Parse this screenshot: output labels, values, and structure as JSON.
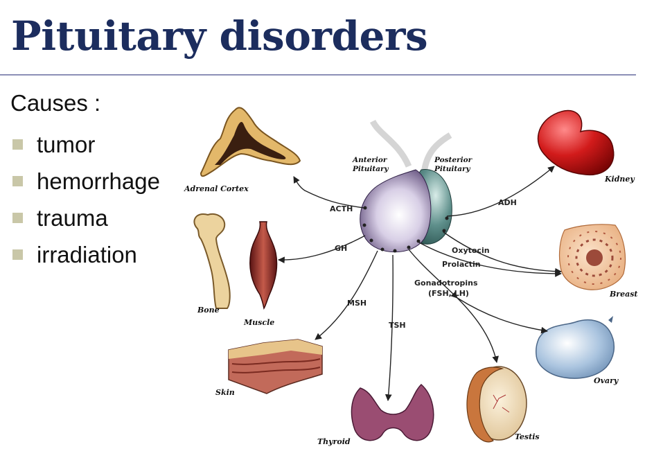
{
  "slide": {
    "title": "Pituitary disorders",
    "causes_heading": "Causes :",
    "causes": [
      "tumor",
      "hemorrhage",
      "trauma",
      "irradiation"
    ]
  },
  "diagram": {
    "gland_labels": {
      "anterior_1": "Anterior",
      "anterior_2": "Pituitary",
      "posterior_1": "Posterior",
      "posterior_2": "Pituitary"
    },
    "hormones": {
      "acth": "ACTH",
      "gh": "GH",
      "msh": "MSH",
      "tsh": "TSH",
      "adh": "ADH",
      "oxytocin": "Oxytocin",
      "prolactin": "Prolactin",
      "gonadotropins_1": "Gonadotropins",
      "gonadotropins_2": "(FSH, LH)"
    },
    "organs": {
      "adrenal": "Adrenal Cortex",
      "bone": "Bone",
      "muscle": "Muscle",
      "skin": "Skin",
      "thyroid": "Thyroid",
      "testis": "Testis",
      "ovary": "Ovary",
      "breast": "Breast",
      "kidney": "Kidney"
    }
  }
}
